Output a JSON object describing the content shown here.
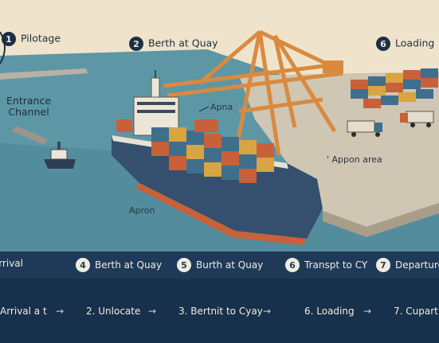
{
  "labels": {
    "pilotage": {
      "num": "1",
      "text": "Pilotage"
    },
    "berth": {
      "num": "2",
      "text": "Berth at Quay"
    },
    "loading": {
      "num": "6",
      "text": "Loading"
    },
    "entrance": "Entrance\nChannel",
    "apna": "Apna",
    "appon_area": "' Appon area",
    "apron": "Apron"
  },
  "stages": [
    {
      "num": "",
      "text": "Arrival"
    },
    {
      "num": "4",
      "text": "Berth at Quay"
    },
    {
      "num": "5",
      "text": "Burth at Quay"
    },
    {
      "num": "6",
      "text": "Transpt to CY"
    },
    {
      "num": "7",
      "text": "Departure"
    }
  ],
  "flow": [
    "Arrival a t",
    "2. Unlocate",
    "3. Bertnit to Cyay",
    "6. Loading",
    "7. Cupart"
  ],
  "arrow_glyph": "→",
  "colors": {
    "sky": "#efe4cb",
    "water": "#5d97a6",
    "quay": "#c9c0ad",
    "crane": "#d98a3f",
    "hull": "#34506e",
    "hull_bottom": "#c8613a",
    "bar": "#1e3a58"
  }
}
